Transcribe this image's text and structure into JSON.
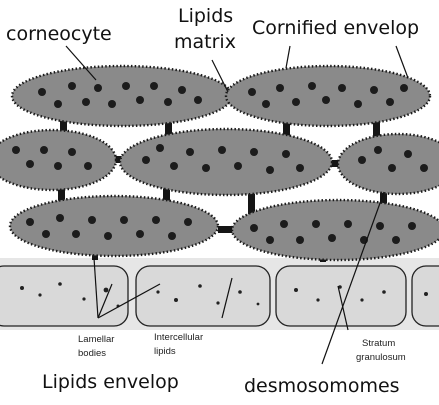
{
  "figure": {
    "labels": {
      "corneocyte": "corneocyte",
      "lipids_matrix_line1": "Lipids",
      "lipids_matrix_line2": "matrix",
      "cornified_envelop": "Cornified envelop",
      "lamellar_bodies_line1": "Lamellar",
      "lamellar_bodies_line2": "bodies",
      "intercellular_lipids_line1": "Intercellular",
      "intercellular_lipids_line2": "lipids",
      "stratum_granulosum_line1": "Stratum",
      "stratum_granulosum_line2": "granulosum",
      "lipids_envelop": "Lipids envelop",
      "desmosomomes": "desmosomomes"
    },
    "colors": {
      "cell_fill": "#8a8a8a",
      "cell_outline": "#1a1a1a",
      "envelope_dots": "#111111",
      "nucleus_dot": "#1c1c1c",
      "granular_fill": "#d9d9d9",
      "desmosome": "#151515"
    }
  }
}
